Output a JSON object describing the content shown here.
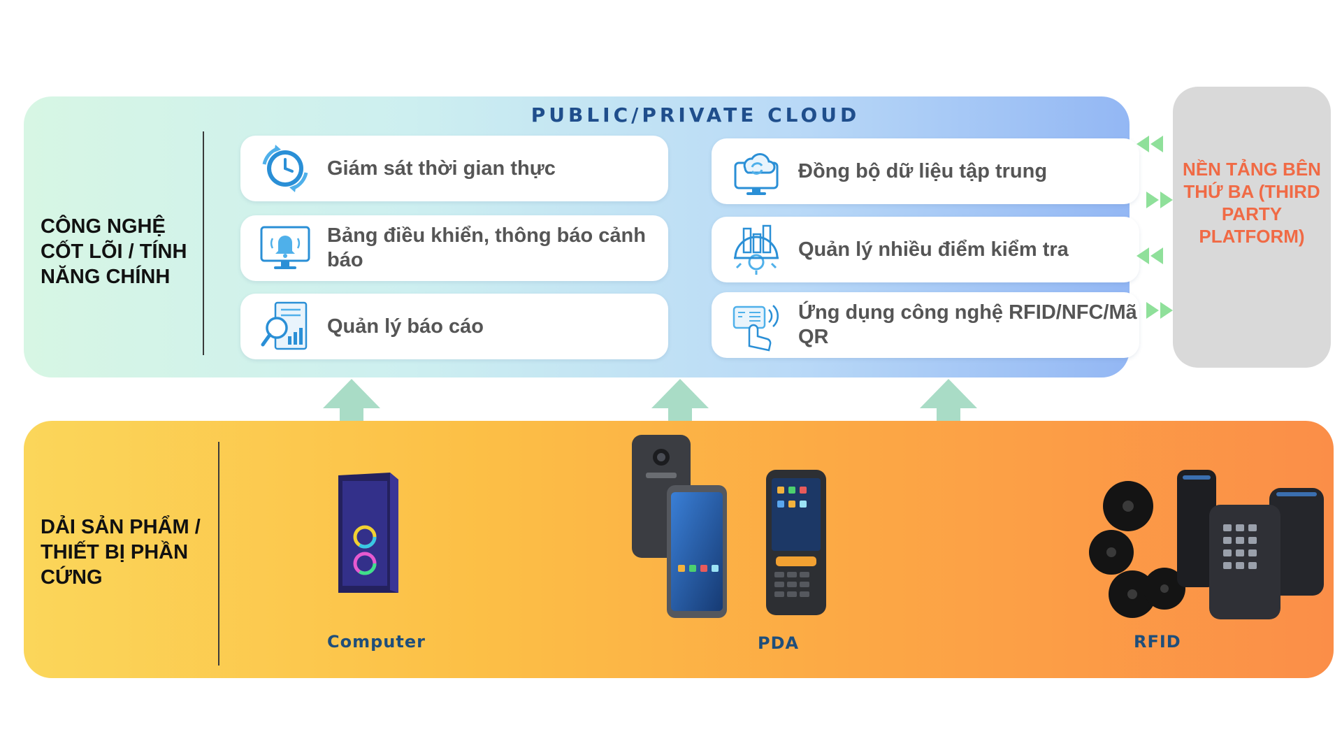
{
  "cloud": {
    "title": "PUBLIC/PRIVATE CLOUD",
    "section_label": "CÔNG NGHỆ CỐT LÕI / TÍNH NĂNG CHÍNH",
    "features": [
      {
        "text": "Giám sát thời gian thực",
        "icon": "clock-sync-icon"
      },
      {
        "text": "Đồng bộ dữ liệu tập trung",
        "icon": "cloud-sync-monitor-icon"
      },
      {
        "text": "Bảng điều khiển, thông báo cảnh báo",
        "icon": "alert-bell-monitor-icon"
      },
      {
        "text": "Quản lý nhiều điểm kiểm tra",
        "icon": "city-gear-icon"
      },
      {
        "text": "Quản lý báo cáo",
        "icon": "report-magnifier-icon"
      },
      {
        "text": "Ứng dụng công nghệ RFID/NFC/Mã QR",
        "icon": "rfid-scan-hand-icon"
      }
    ]
  },
  "third_party": {
    "label": "NỀN TẢNG BÊN THỨ BA (THIRD PARTY PLATFORM)"
  },
  "devices": {
    "section_label": "DẢI SẢN PHẨM / THIẾT BỊ PHẦN CỨNG",
    "items": [
      {
        "label": "Computer",
        "icon": "computer-tower-icon"
      },
      {
        "label": "PDA",
        "icon": "pda-device-icon"
      },
      {
        "label": "RFID",
        "icon": "rfid-reader-tags-icon"
      }
    ]
  },
  "colors": {
    "cloud_title": "#1f4e8c",
    "third_party_text": "#f06a45",
    "arrow_green": "#7ee08a",
    "device_label": "#1f4e7a"
  }
}
